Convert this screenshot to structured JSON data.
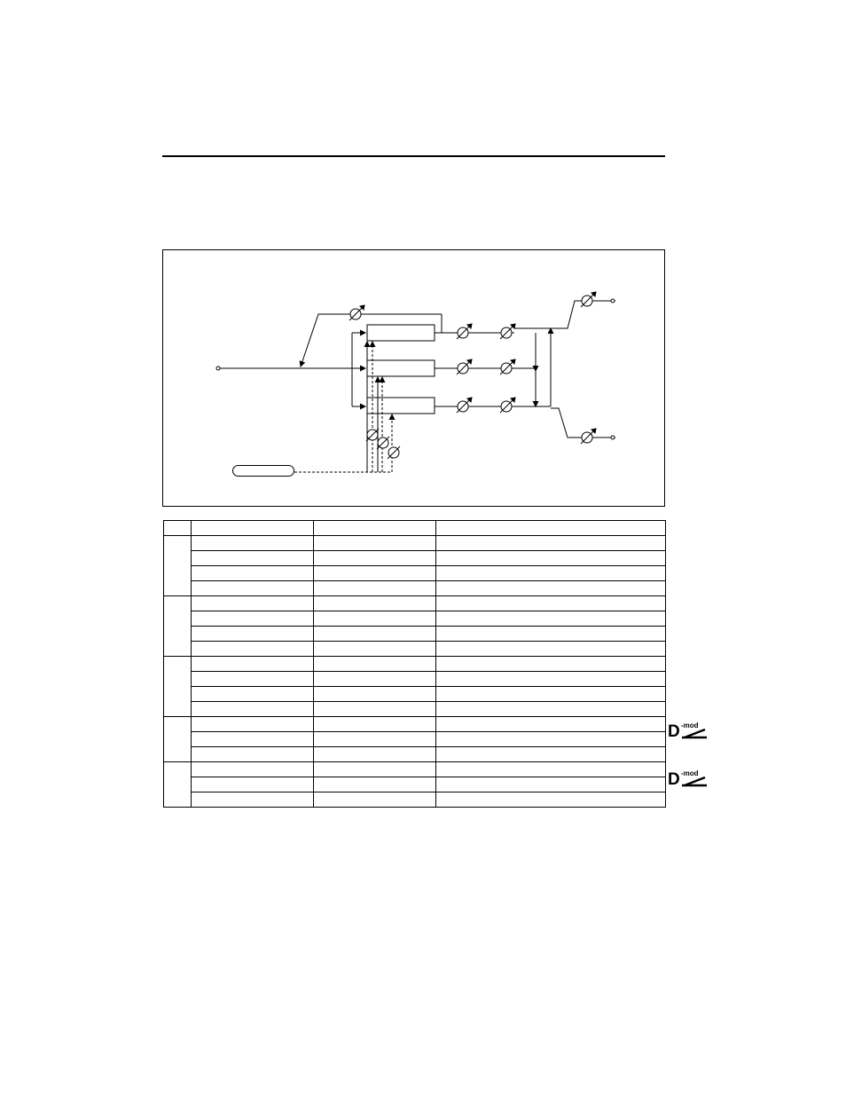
{
  "header_rule": true,
  "diagram": {
    "description_free": true,
    "blocks": 3,
    "lfo_label": ""
  },
  "table": {
    "columns": 4,
    "groups": [
      {
        "rows": 4
      },
      {
        "rows": 4
      },
      {
        "rows": 4
      },
      {
        "rows": 3,
        "dmod": true
      },
      {
        "rows": 3,
        "dmod": true
      }
    ]
  },
  "dmod_badge": {
    "letter": "D",
    "superscript": "-mod"
  }
}
